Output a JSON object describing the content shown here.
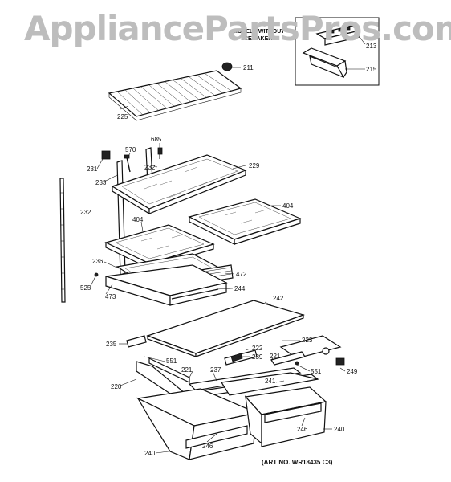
{
  "watermark": "AppliancePartsPros.com",
  "inset": {
    "line1": "MODELS WITHOUT",
    "line2": "ICEMAKER"
  },
  "art_number": "(ART NO. WR18435 C3)",
  "callouts": {
    "c211": "211",
    "c213": "213",
    "c215": "215",
    "c225": "225",
    "c685": "685",
    "c570": "570",
    "c231": "231",
    "c232a": "232",
    "c233": "233",
    "c229": "229",
    "c232b": "232",
    "c404a": "404",
    "c404b": "404",
    "c236": "236",
    "c472": "472",
    "c525": "525",
    "c473": "473",
    "c244": "244",
    "c242": "242",
    "c235": "235",
    "c223": "223",
    "c222": "222",
    "c551a": "551",
    "c239": "239",
    "c221a": "221",
    "c221b": "221",
    "c237": "237",
    "c551b": "551",
    "c249": "249",
    "c241": "241",
    "c220": "220",
    "c246a": "246",
    "c246b": "246",
    "c240a": "240",
    "c240b": "240"
  },
  "colors": {
    "ink": "#111111",
    "watermark": "#bdbdbd"
  }
}
